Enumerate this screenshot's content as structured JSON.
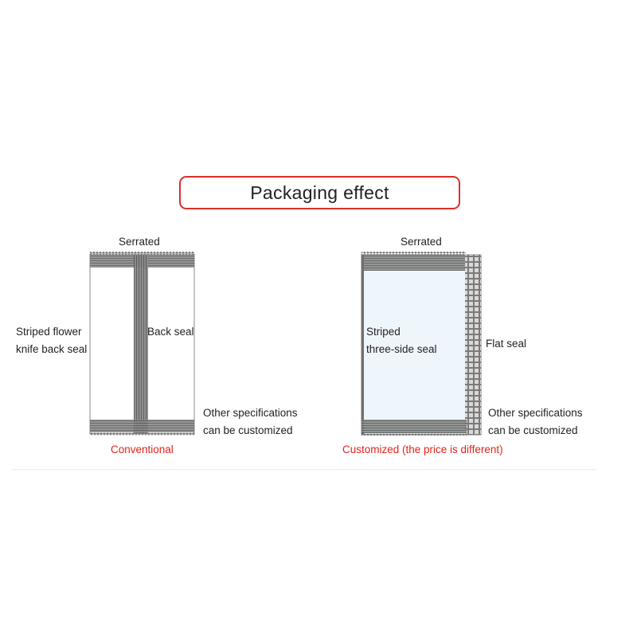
{
  "title": "Packaging effect",
  "left": {
    "top_label": "Serrated",
    "side_label_line1": "Striped flower",
    "side_label_line2": "knife back seal",
    "inner_label": "Back seal",
    "note_line1": "Other specifications",
    "note_line2": "can be customized",
    "caption": "Conventional"
  },
  "right": {
    "top_label": "Serrated",
    "inner_label_line1": "Striped",
    "inner_label_line2": "three-side seal",
    "side_label": "Flat seal",
    "note_line1": "Other specifications",
    "note_line2": "can be customized",
    "caption": "Customized (the price is different)"
  },
  "colors": {
    "title_border": "#d9302c",
    "caption": "#e2231a",
    "seal": "#6f6f6f",
    "bag_fill_right": "#eef6fc"
  }
}
